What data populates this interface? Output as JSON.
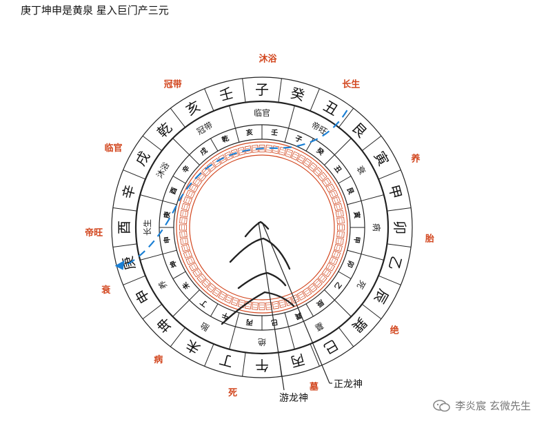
{
  "title": "庚丁坤申是黄泉  星入巨门产三元",
  "outer_ring": [
    "子",
    "癸",
    "丑",
    "艮",
    "寅",
    "甲",
    "卯",
    "乙",
    "辰",
    "巽",
    "巳",
    "丙",
    "午",
    "丁",
    "未",
    "坤",
    "申",
    "庚",
    "酉",
    "辛",
    "戌",
    "乾",
    "亥",
    "壬"
  ],
  "middle_ring": [
    "临官",
    "帝旺",
    "衰",
    "病",
    "死",
    "墓",
    "绝",
    "胎",
    "养",
    "长生",
    "沐浴",
    "冠带"
  ],
  "inner_ring": [
    "亥",
    "壬",
    "子",
    "癸",
    "丑",
    "艮",
    "寅",
    "甲",
    "卯",
    "乙",
    "辰",
    "巽",
    "巳",
    "丙",
    "午",
    "丁",
    "未",
    "坤",
    "申",
    "庚",
    "酉",
    "辛",
    "戌",
    "乾"
  ],
  "outer_stages": [
    "沐浴",
    "长生",
    "养",
    "胎",
    "绝",
    "墓",
    "死",
    "病",
    "衰",
    "帝旺",
    "临官",
    "冠带"
  ],
  "callouts": {
    "zheng": "正龙神",
    "you": "游龙神"
  },
  "watermark": "李炎宸 玄微先生",
  "colors": {
    "accent": "#d2461e",
    "arrow": "#1a7fd4",
    "line": "#222222"
  }
}
